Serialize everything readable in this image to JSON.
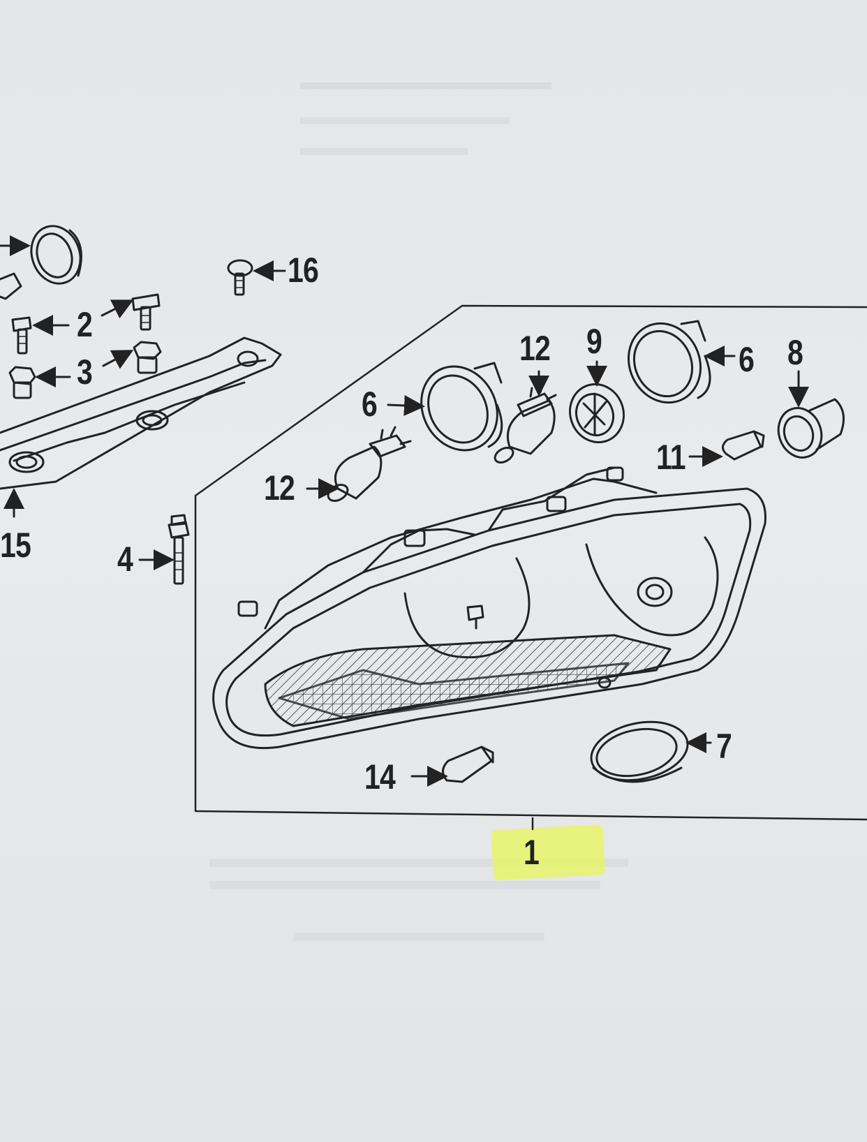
{
  "callouts": {
    "c1": "1",
    "c2": "2",
    "c3": "3",
    "c4": "4",
    "c6a": "6",
    "c6b": "6",
    "c7": "7",
    "c8": "8",
    "c9": "9",
    "c11": "11",
    "c12a": "12",
    "c12b": "12",
    "c14": "14",
    "c15": "15",
    "c16": "16"
  },
  "colors": {
    "ink": "#222222",
    "paper": "#e6e8ea",
    "highlighter": "#e8f56a"
  }
}
